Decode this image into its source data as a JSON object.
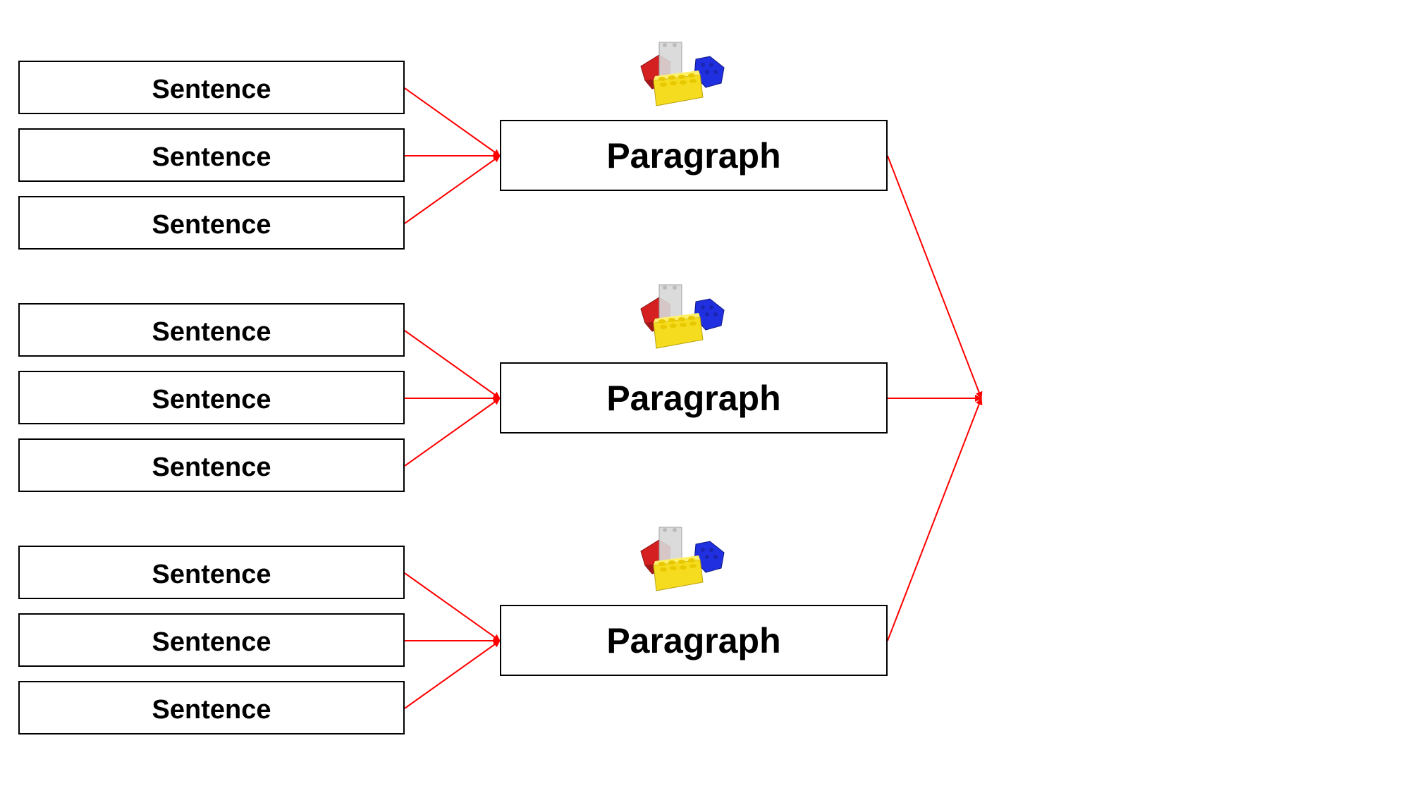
{
  "colors": {
    "arrow": "#ff0000",
    "box_border": "#000000",
    "brick_red": "#d42020",
    "brick_blue": "#2030e0",
    "brick_yellow": "#f5dc1e",
    "brick_clear": "#d8d8d8"
  },
  "icons": [
    "lego-bricks-icon"
  ],
  "diagram": {
    "groups": [
      {
        "sentences": [
          "Sentence",
          "Sentence",
          "Sentence"
        ],
        "paragraph": "Paragraph"
      },
      {
        "sentences": [
          "Sentence",
          "Sentence",
          "Sentence"
        ],
        "paragraph": "Paragraph"
      },
      {
        "sentences": [
          "Sentence",
          "Sentence",
          "Sentence"
        ],
        "paragraph": "Paragraph"
      }
    ]
  }
}
